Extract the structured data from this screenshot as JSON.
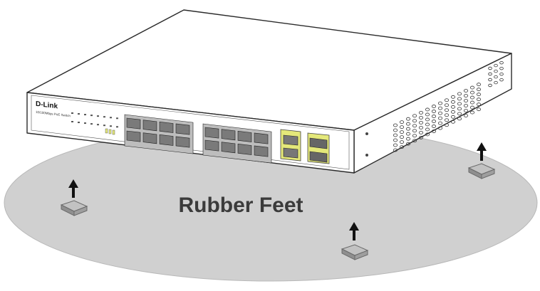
{
  "caption": "Rubber Feet",
  "device": {
    "brand": "D-Link",
    "model": "10/100Mbps PoE Switch"
  },
  "colors": {
    "surface": "#d0d0d0",
    "switch_outline": "#2a2a2a",
    "port_fill": "#777777",
    "sfp_highlight": "#e4e87a",
    "foot": "#a8a8a8",
    "arrow": "#111111"
  }
}
